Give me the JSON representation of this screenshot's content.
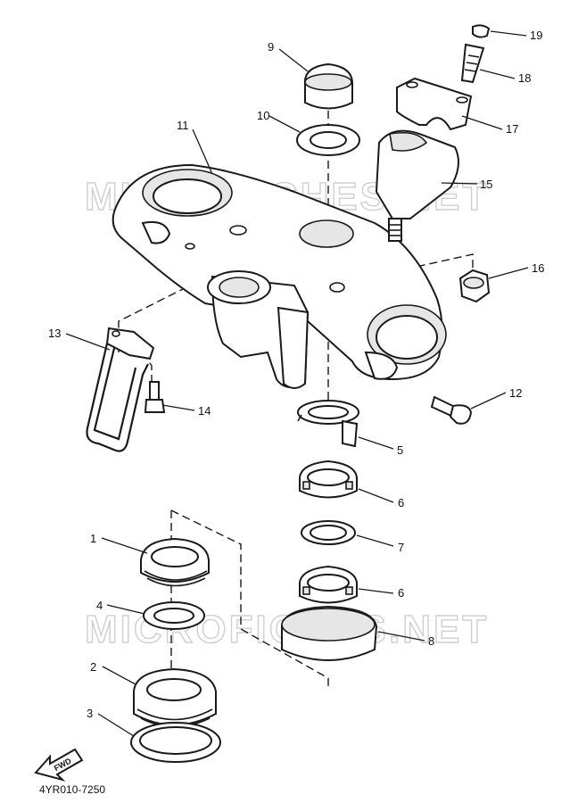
{
  "watermark": {
    "top": "MICROFICHES.NET",
    "bottom": "MICROFICHES.NET"
  },
  "callouts": [
    "1",
    "2",
    "3",
    "4",
    "5",
    "6",
    "6",
    "7",
    "8",
    "9",
    "10",
    "11",
    "12",
    "13",
    "14",
    "15",
    "16",
    "17",
    "18",
    "19"
  ],
  "fwd_badge": "FWD",
  "diagram_code": "4YR010-7250",
  "colors": {
    "line": "#1a1a1a",
    "background": "#ffffff",
    "watermark": "#cfcfcf"
  }
}
